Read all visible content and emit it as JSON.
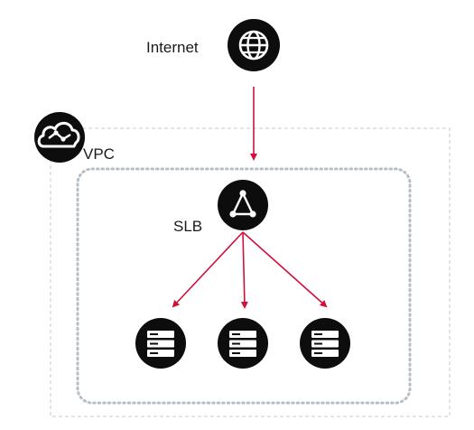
{
  "labels": {
    "internet": "Internet",
    "vpc": "VPC",
    "slb": "SLB"
  },
  "icons": {
    "internet": "globe-icon",
    "vpc": "cloud-icon",
    "slb": "load-balancer-icon",
    "servers": [
      "server-icon",
      "server-icon",
      "server-icon"
    ]
  },
  "colors": {
    "icon_fill": "#0d0d0d",
    "arrow": "#d0103a",
    "vpc_border": "#c4c9ce",
    "group_border": "#b6bec6",
    "text": "#1a1a1a"
  }
}
